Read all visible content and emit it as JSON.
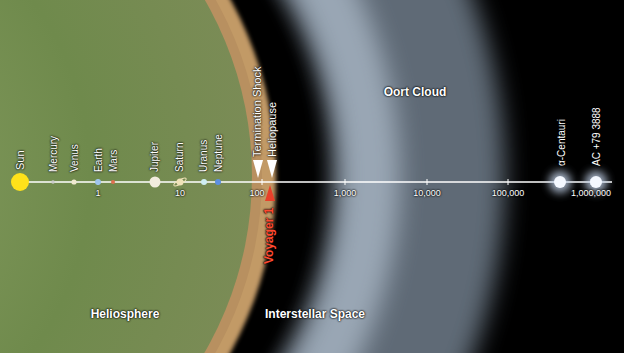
{
  "diagram": {
    "labels": [
      "Sun",
      "Mercury",
      "Venus",
      "Earth",
      "Mars",
      "Jupiter",
      "Saturn",
      "Uranus",
      "Neptune",
      "Termination Shock",
      "Heliopause",
      "Oort Cloud",
      "α-Centauri",
      "AC +79 3888",
      "1",
      "10",
      "100",
      "1,000",
      "10,000",
      "100,000",
      "1,000,000",
      "Voyager 1",
      "Heliosphere",
      "Interstellar Space"
    ]
  }
}
